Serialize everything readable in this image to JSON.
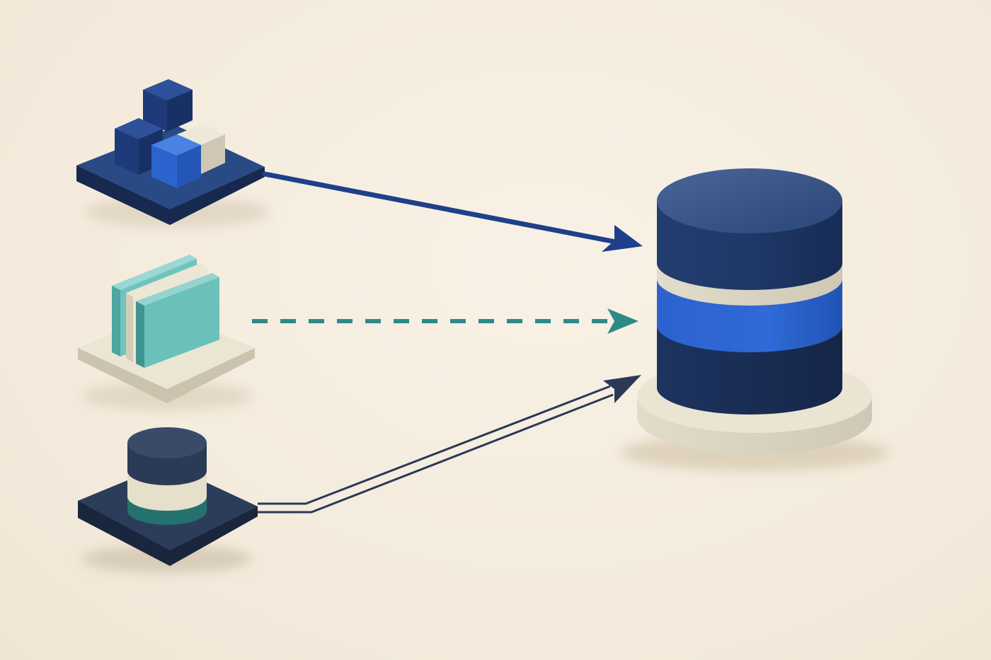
{
  "diagram": {
    "sources": [
      {
        "id": "structured-source",
        "icon": "cube-blocks-icon",
        "connector": "solid-arrow"
      },
      {
        "id": "document-source",
        "icon": "folder-stack-icon",
        "connector": "dashed-arrow"
      },
      {
        "id": "database-source",
        "icon": "database-icon",
        "connector": "double-line-arrow"
      }
    ],
    "target": {
      "id": "central-data-store",
      "icon": "database-cylinder-icon"
    },
    "colors": {
      "background": "#f5eddf",
      "navy": "#1f3a6e",
      "bright_blue": "#2f6ad6",
      "teal": "#5cb8b2",
      "dark_slate": "#2a3a55",
      "cream": "#e8e1cf"
    }
  }
}
